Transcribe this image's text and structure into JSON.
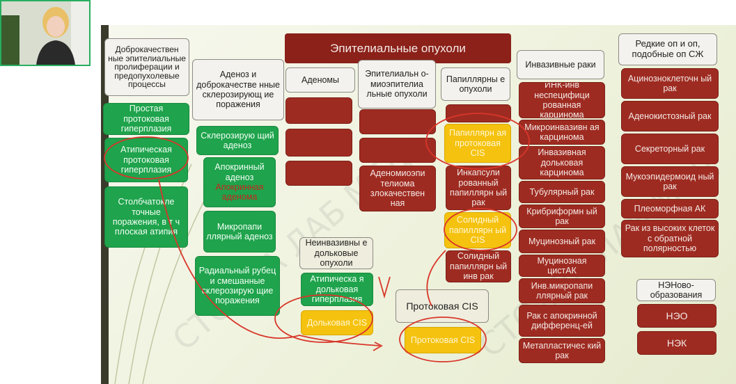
{
  "slide": {
    "title": "Эпителиальные опухоли",
    "watermark": "СТОЯЛА ЛАБ МЕД",
    "left_column": {
      "header": "Доброкачествен ные эпителиальные пролиферации и предопухолевые процессы",
      "items": [
        "Простая протоковая гиперплазия",
        "Атипическая протоковая гиперплазия",
        "Столбчатокле точные поражения, в т ч плоская атипия"
      ]
    },
    "adenosis_column": {
      "header": "Аденоз и доброкачестве нные склерозирующ ие поражения",
      "items": [
        "Склерозирую щий аденоз",
        "Апокринный аденоз",
        "Микропапи ллярный аденоз",
        "Радиальный рубец и смешанные склерозирую щие поражения"
      ],
      "apocrine_adenoma": "Апокринная аденома"
    },
    "adenoma_header": "Аденомы",
    "myoepithelial": {
      "header": "Эпителиальн о- миоэпителиа льные опухоли",
      "malignant": "Аденомиоэпи телиома злокачествен ная"
    },
    "papillary": {
      "header": "Папиллярны е опухоли",
      "items": [
        "Папиллярн ая протоковая CIS",
        "Инкапсули рованный папиллярн ый рак",
        "Солидный папиллярн ый CIS",
        "Солидный папиллярн ый инв рак"
      ]
    },
    "noninvasive": {
      "header": "Неинвазивны е дольковые опухоли",
      "items": [
        "Атипическа я дольковая гиперплазия",
        "Дольковая CIS"
      ]
    },
    "ductal": {
      "header": "Протоковая CIS",
      "item": "Протоковая CIS"
    },
    "invasive": {
      "header": "Инвазивные раки",
      "items": [
        "ИНК-инв неспецифици рованная карцинома",
        "Микроинвазивн ая карцинома",
        "Инвазивная дольковая карцинома",
        "Тубулярный рак",
        "Крибриформн ый рак",
        "Муцинозный рак",
        "Муцинозная цистАК",
        "Инв.микропапи ллярный рак",
        "Рак с апокринной дифференц-ей",
        "Метапластичес кий рак"
      ]
    },
    "rare": {
      "header": "Редкие оп и оп, подобные оп СЖ",
      "items": [
        "Ацинозноклеточн ый рак",
        "Аденокистозный рак",
        "Секреторный рак",
        "Мукоэпидермоид ный рак",
        "Плеоморфная АК",
        "Рак из высоких клеток с обратной полярностью"
      ]
    },
    "neuro": {
      "header": "НЭНово- образования",
      "items": [
        "НЭО",
        "НЭК"
      ]
    }
  },
  "colors": {
    "red": "#9e2b21",
    "green": "#1fa34c",
    "yellow": "#f5c20f",
    "annotation": "#d8362a"
  }
}
